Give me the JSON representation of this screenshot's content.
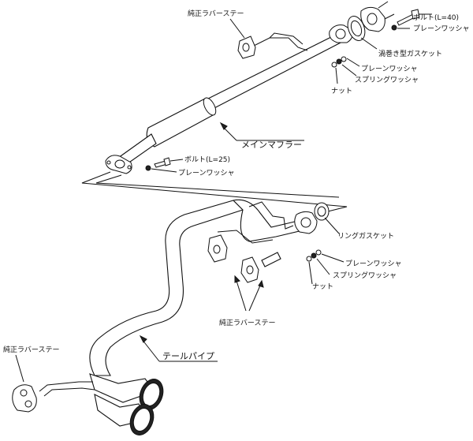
{
  "labels": {
    "rubber_stay_top": "純正ラバーステー",
    "bolt_l40": "ボルト(L=40)",
    "plain_washer_top_right": "プレーンワッシャ",
    "spiral_gasket": "渦巻き型ガスケット",
    "plain_washer_top": "プレーンワッシャ",
    "spring_washer_top": "スプリングワッシャ",
    "nut_top": "ナット",
    "main_muffler": "メインマフラー",
    "bolt_l25": "ボルト(L=25)",
    "plain_washer_mid": "プレーンワッシャ",
    "ring_gasket": "リングガスケット",
    "plain_washer_lower": "プレーンワッシャ",
    "spring_washer_lower": "スプリングワッシャ",
    "nut_lower": "ナット",
    "rubber_stay_middle": "純正ラバーステー",
    "tail_pipe": "テールパイプ",
    "rubber_stay_left": "純正ラバーステー"
  }
}
